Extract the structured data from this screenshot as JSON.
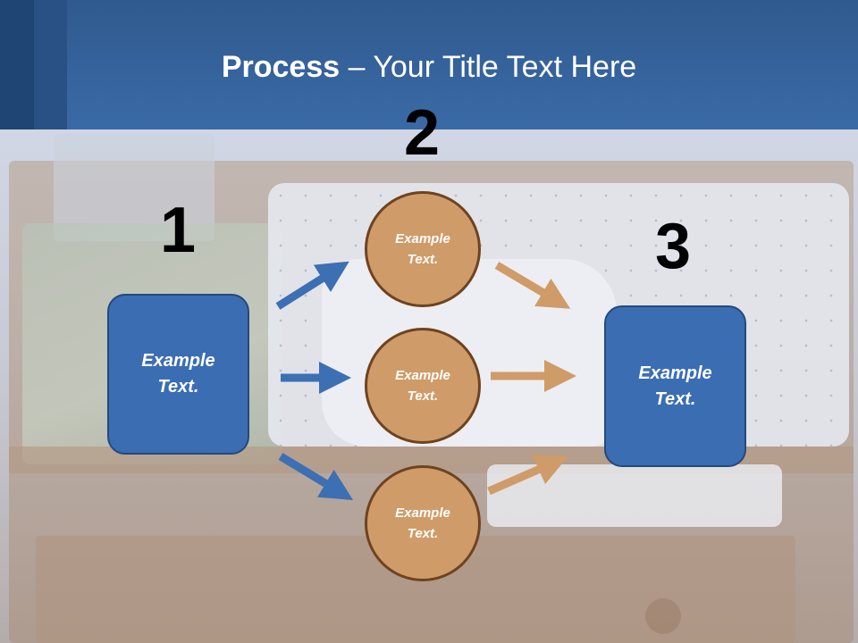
{
  "title": {
    "bold": "Process",
    "rest": " – Your Title Text Here"
  },
  "steps": [
    {
      "number": "1",
      "text_line1": "Example",
      "text_line2": "Text."
    },
    {
      "number": "2",
      "text_line1": "Example",
      "text_line2": "Text."
    },
    {
      "number": "3",
      "text_line1": "Example",
      "text_line2": "Text."
    }
  ],
  "circles": [
    {
      "text_line1": "Example",
      "text_line2": "Text."
    },
    {
      "text_line1": "Example",
      "text_line2": "Text."
    },
    {
      "text_line1": "Example",
      "text_line2": "Text."
    }
  ],
  "colors": {
    "header": "#3a6aa6",
    "box_fill": "#3b6db3",
    "circle_fill": "#cf9b68",
    "blue_arrow": "#3d6fb3",
    "orange_arrow": "#cf9b68"
  }
}
